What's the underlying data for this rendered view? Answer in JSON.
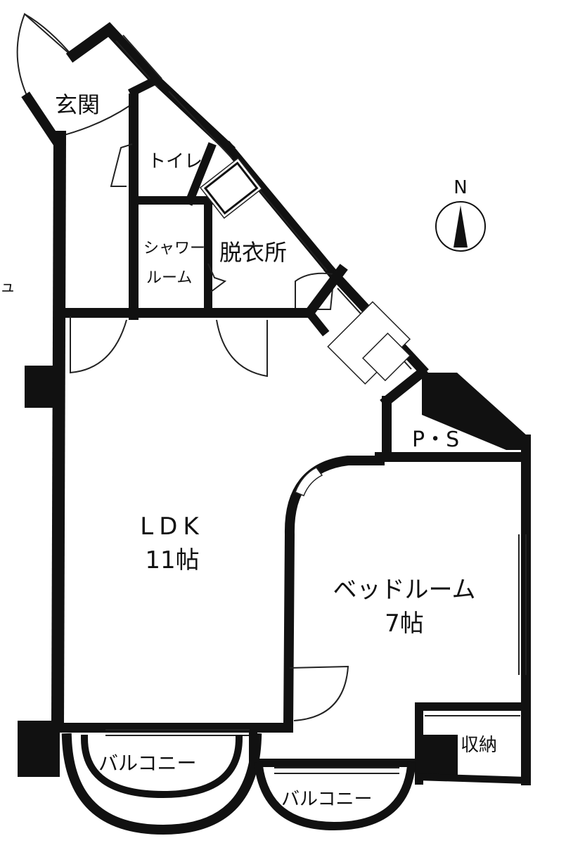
{
  "rooms": {
    "genkan": "玄関",
    "toilet": "トイレ",
    "shower_line1": "シャワー",
    "shower_line2": "ルーム",
    "dressing": "脱衣所",
    "ps": "P・S",
    "ldk_name": "LDK",
    "ldk_size": "11帖",
    "bedroom_name": "ベッドルーム",
    "bedroom_size": "7帖",
    "storage": "収納",
    "balcony_left": "バルコニー",
    "balcony_right": "バルコニー"
  },
  "compass": {
    "label": "N"
  },
  "edge_mark": "ュ"
}
